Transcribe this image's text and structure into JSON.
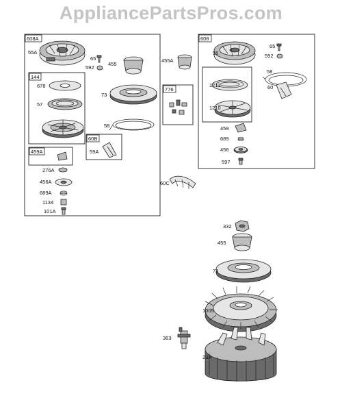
{
  "watermark": "AppliancePartsPros.com",
  "groups": {
    "g608a": "608A",
    "g144": "144",
    "g459a": "459A",
    "g608": "608",
    "g776": "776",
    "g60b": "60B"
  },
  "labels": {
    "p55a": "55A",
    "p65a": "65",
    "p592a": "592",
    "p455a": "455",
    "p455A": "455A",
    "p678": "678",
    "p57": "57",
    "p73a": "73",
    "p58a": "58",
    "p59a": "59A",
    "p276a": "276A",
    "p456a": "456A",
    "p689a": "689A",
    "p1134": "1134",
    "p101a": "101A",
    "p60c": "60C",
    "p55": "55",
    "p65b": "65",
    "p592b": "592",
    "p58b": "58",
    "p60": "60",
    "p1211": "1211",
    "p1210": "1210",
    "p459": "459",
    "p689": "689",
    "p456": "456",
    "p597": "597",
    "p332": "332",
    "p455b": "455",
    "p73b": "73",
    "p1005": "1005",
    "p363": "363",
    "p23a": "23A"
  }
}
